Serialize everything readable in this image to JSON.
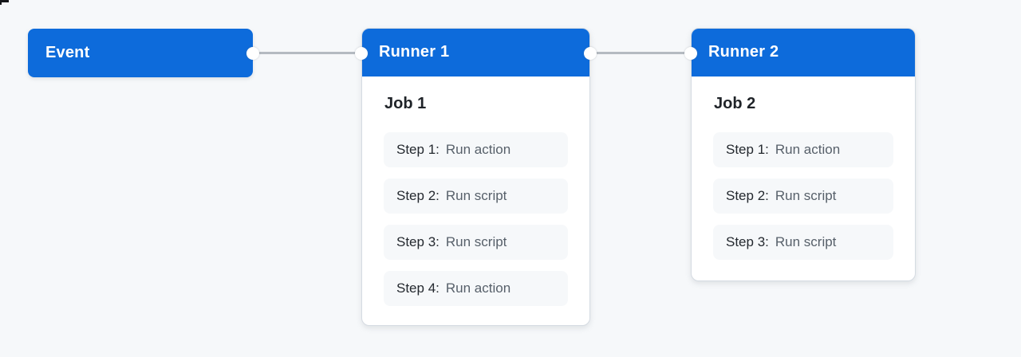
{
  "diagram": {
    "colors": {
      "background": "#f6f8fa",
      "node_accent": "#0d6bdb",
      "connector_line": "#b4bac1",
      "step_background": "#f6f8fa",
      "step_label_text": "#24292f",
      "step_action_text": "#57606a"
    },
    "event": {
      "label": "Event"
    },
    "runners": [
      {
        "label": "Runner 1",
        "job": {
          "title": "Job 1",
          "steps": [
            {
              "label": "Step 1:",
              "action": "Run action"
            },
            {
              "label": "Step 2:",
              "action": "Run script"
            },
            {
              "label": "Step 3:",
              "action": "Run script"
            },
            {
              "label": "Step 4:",
              "action": "Run action"
            }
          ]
        }
      },
      {
        "label": "Runner 2",
        "job": {
          "title": "Job 2",
          "steps": [
            {
              "label": "Step 1:",
              "action": "Run action"
            },
            {
              "label": "Step 2:",
              "action": "Run script"
            },
            {
              "label": "Step 3:",
              "action": "Run script"
            }
          ]
        }
      }
    ]
  }
}
